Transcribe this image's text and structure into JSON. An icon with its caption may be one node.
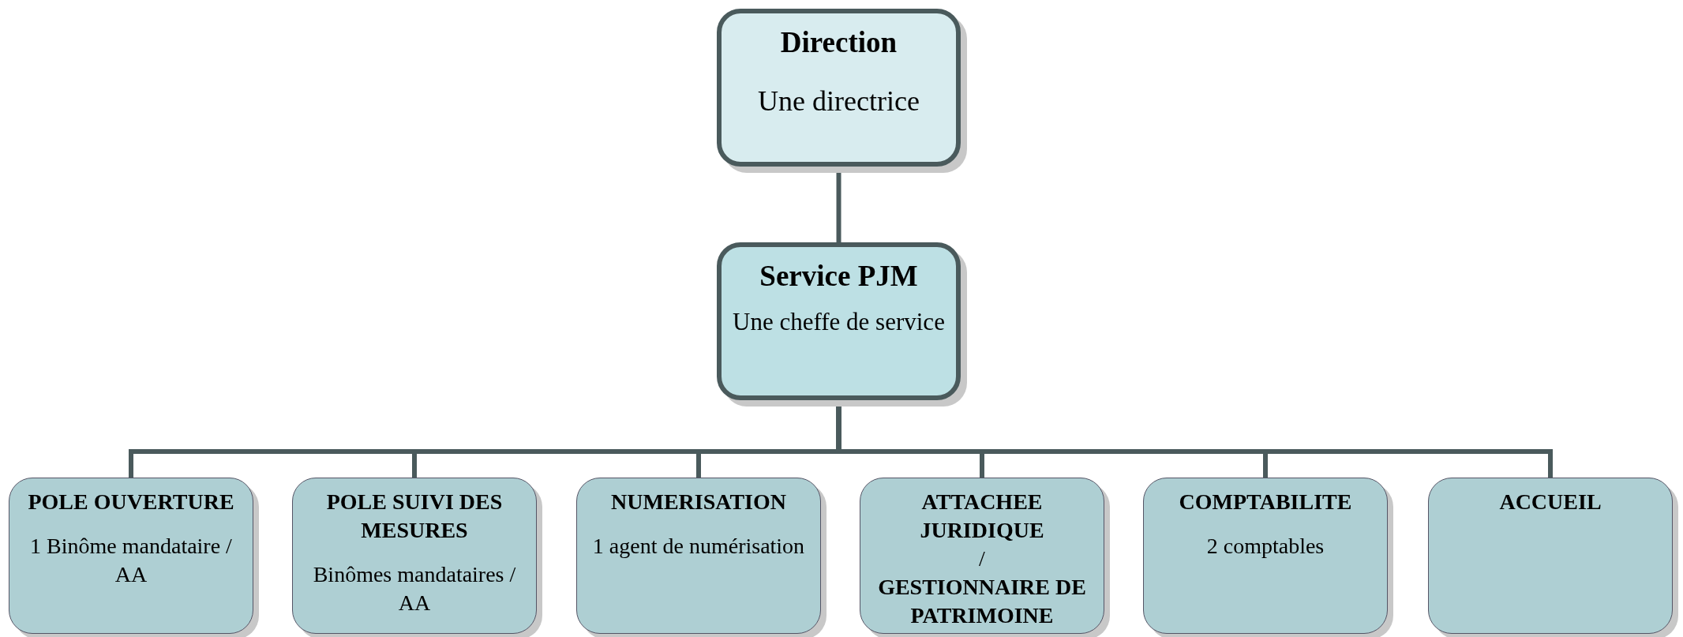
{
  "diagram": {
    "nodes": [
      {
        "text": [
          "Direction",
          "Une directrice"
        ]
      },
      {
        "text": [
          "Service PJM",
          "Une cheffe  de service"
        ]
      },
      {
        "text": [
          "POLE OUVERTURE",
          "1 Binôme mandataire / AA"
        ]
      },
      {
        "text": [
          "POLE SUIVI DES MESURES",
          "Binômes mandataires / AA"
        ]
      },
      {
        "text": [
          "NUMERISATION",
          "1 agent de numérisation"
        ]
      },
      {
        "text": [
          "ATTACHEE JURIDIQUE",
          "/",
          "GESTIONNAIRE DE PATRIMOINE"
        ]
      },
      {
        "text": [
          "COMPTABILITE",
          "2 comptables"
        ]
      },
      {
        "text": [
          "ACCUEIL"
        ]
      }
    ],
    "edges": [
      {
        "from": 0,
        "to": 1,
        "arrow": "none"
      },
      {
        "from": 1,
        "to": 2,
        "arrow": "none"
      },
      {
        "from": 1,
        "to": 3,
        "arrow": "none"
      },
      {
        "from": 1,
        "to": 4,
        "arrow": "none"
      },
      {
        "from": 1,
        "to": 5,
        "arrow": "none"
      },
      {
        "from": 1,
        "to": 6,
        "arrow": "none"
      },
      {
        "from": 1,
        "to": 7,
        "arrow": "none"
      }
    ]
  }
}
